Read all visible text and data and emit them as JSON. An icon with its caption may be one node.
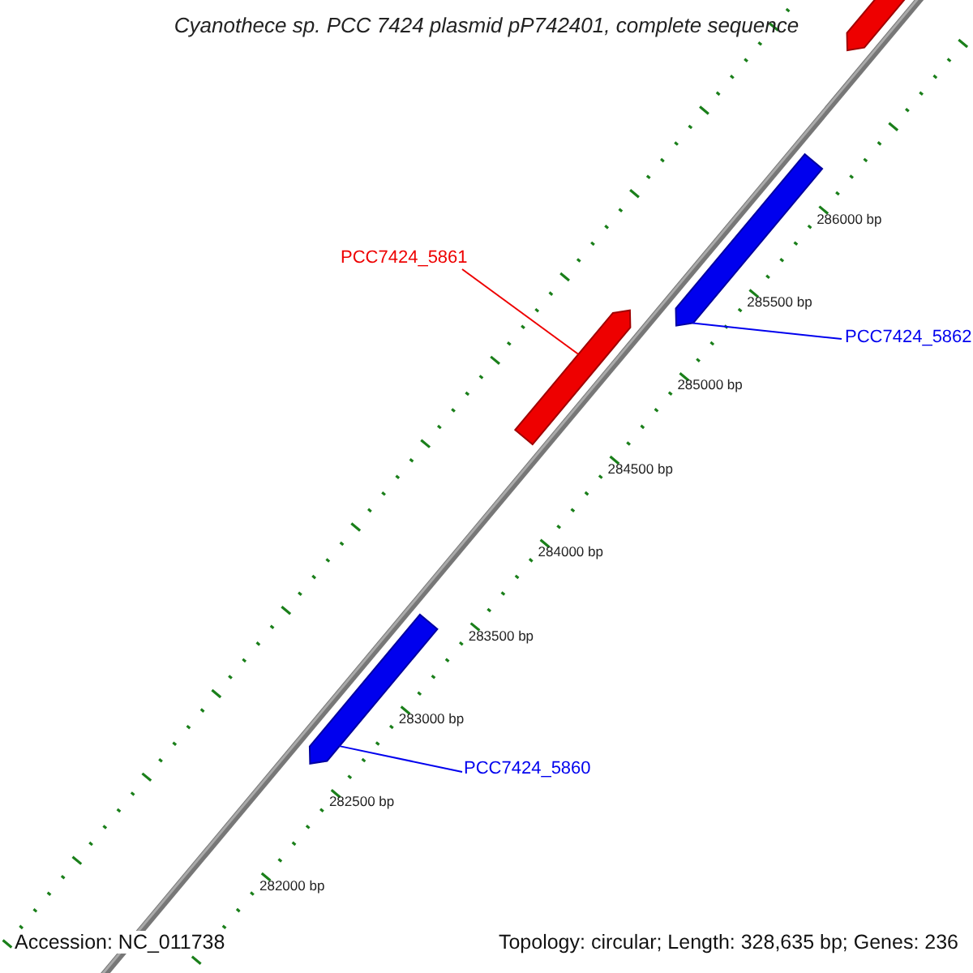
{
  "diagram": {
    "title": "Cyanothece sp. PCC 7424 plasmid pP742401, complete sequence",
    "nodes": [
      {
        "text": [],
        "shape": "arrow"
      },
      {
        "text": [
          "PCC7424_5861"
        ]
      },
      {
        "text": [],
        "shape": "arrow"
      },
      {
        "text": [],
        "shape": "arrow"
      },
      {
        "text": [
          "PCC7424_5862"
        ]
      },
      {
        "text": [],
        "shape": "arrow"
      },
      {
        "text": [
          "PCC7424_5860"
        ]
      }
    ],
    "edges": [
      {
        "from": 1,
        "to": 2,
        "arrow": "none",
        "color": "#ee0000"
      },
      {
        "from": 4,
        "to": 3,
        "arrow": "none"
      },
      {
        "from": 6,
        "to": 5,
        "arrow": "none"
      }
    ],
    "labels": [
      "286000 bp",
      "285500 bp",
      "285000 bp",
      "284500 bp",
      "284000 bp",
      "283500 bp",
      "283000 bp",
      "282500 bp",
      "282000 bp",
      "Accession: NC_011738",
      "Topology: circular; Length: 328,635 bp; Genes: 236"
    ]
  }
}
